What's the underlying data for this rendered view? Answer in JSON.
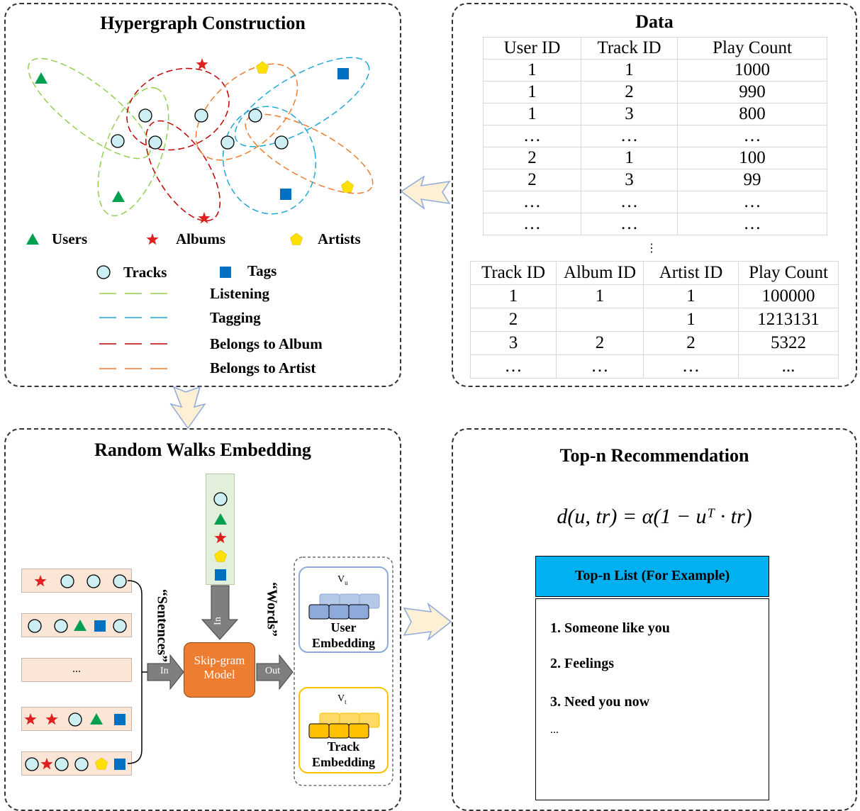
{
  "hypergraph": {
    "title": "Hypergraph Construction",
    "legend": {
      "users": "Users",
      "albums": "Albums",
      "artists": "Artists",
      "tracks": "Tracks",
      "tags": "Tags",
      "listening": "Listening",
      "tagging": "Tagging",
      "belongs_album": "Belongs to Album",
      "belongs_artist": "Belongs to Artist"
    },
    "colors": {
      "listening": "#92d050",
      "tagging": "#1fa7d9",
      "album": "#c00000",
      "artist": "#ed7d31",
      "user": "#00a050",
      "album_star": "#e02020",
      "artist_pentagon": "#ffe000",
      "tag": "#0070c0",
      "track": "#cdeef2"
    }
  },
  "data_panel": {
    "title": "Data",
    "table1": {
      "headers": [
        "User ID",
        "Track ID",
        "Play Count"
      ],
      "rows": [
        [
          "1",
          "1",
          "1000"
        ],
        [
          "1",
          "2",
          "990"
        ],
        [
          "1",
          "3",
          "800"
        ],
        [
          "…",
          "…",
          "…"
        ],
        [
          "2",
          "1",
          "100"
        ],
        [
          "2",
          "3",
          "99"
        ],
        [
          "…",
          "…",
          "…"
        ],
        [
          "…",
          "…",
          "…"
        ]
      ]
    },
    "vertical_dots": "⋮",
    "table2": {
      "headers": [
        "Track ID",
        "Album ID",
        "Artist ID",
        "Play Count"
      ],
      "rows": [
        [
          "1",
          "1",
          "1",
          "100000"
        ],
        [
          "2",
          "",
          "1",
          "1213131"
        ],
        [
          "3",
          "2",
          "2",
          "5322"
        ],
        [
          "…",
          "…",
          "…",
          "..."
        ]
      ]
    }
  },
  "random_walks": {
    "title": "Random Walks Embedding",
    "sentences_label": "“Sentences”",
    "words_label": "“Words”",
    "in_label": "In",
    "out_label": "Out",
    "model_label_line1": "Skip-gram",
    "model_label_line2": "Model",
    "ellipsis": "...",
    "user_vec": "V",
    "user_vec_sub": "u",
    "user_embedding_line1": "User",
    "user_embedding_line2": "Embedding",
    "track_vec": "V",
    "track_vec_sub": "t",
    "track_embedding_line1": "Track",
    "track_embedding_line2": "Embedding",
    "colors": {
      "model": "#ed7d31",
      "user_embed": "#8eaadb",
      "track_embed": "#ffc000",
      "sentence_bg": "#fbe5d6",
      "context_bg": "#e2efda"
    }
  },
  "topn": {
    "title": "Top-n Recommendation",
    "formula": "d(u, tr) = α(1 − uᵀ · tr)",
    "list_title": "Top-n List (For Example)",
    "items": [
      "1. Someone like you",
      "2. Feelings",
      "3. Need you now",
      "..."
    ],
    "colors": {
      "header": "#00b0f0"
    }
  }
}
